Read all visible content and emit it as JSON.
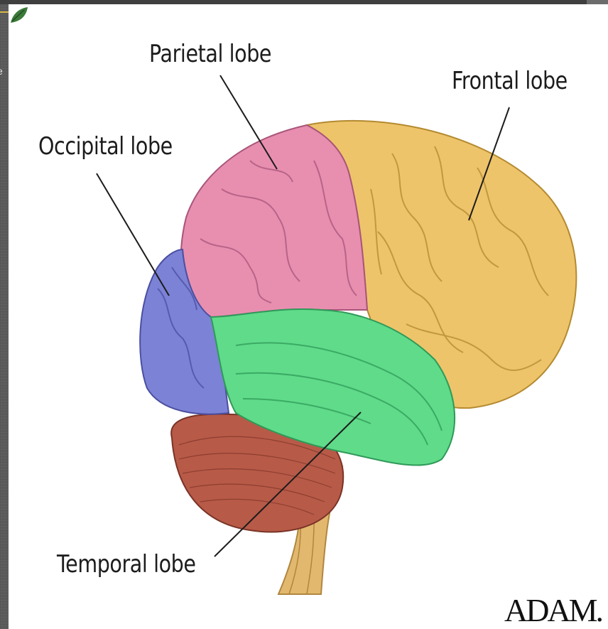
{
  "labels": {
    "parietal": "Parietal lobe",
    "frontal": "Frontal lobe",
    "occipital": "Occipital lobe",
    "temporal": "Temporal lobe"
  },
  "logo": {
    "text": "ADAM."
  },
  "edge_text": "e",
  "colors": {
    "frontal": "#eec46a",
    "parietal": "#e88fb0",
    "occipital": "#7c82d6",
    "temporal": "#5fdb8a",
    "cerebellum": "#b85a48",
    "brainstem": "#e2b86e",
    "background": "#ffffff",
    "frame": "#5b5b5b"
  }
}
